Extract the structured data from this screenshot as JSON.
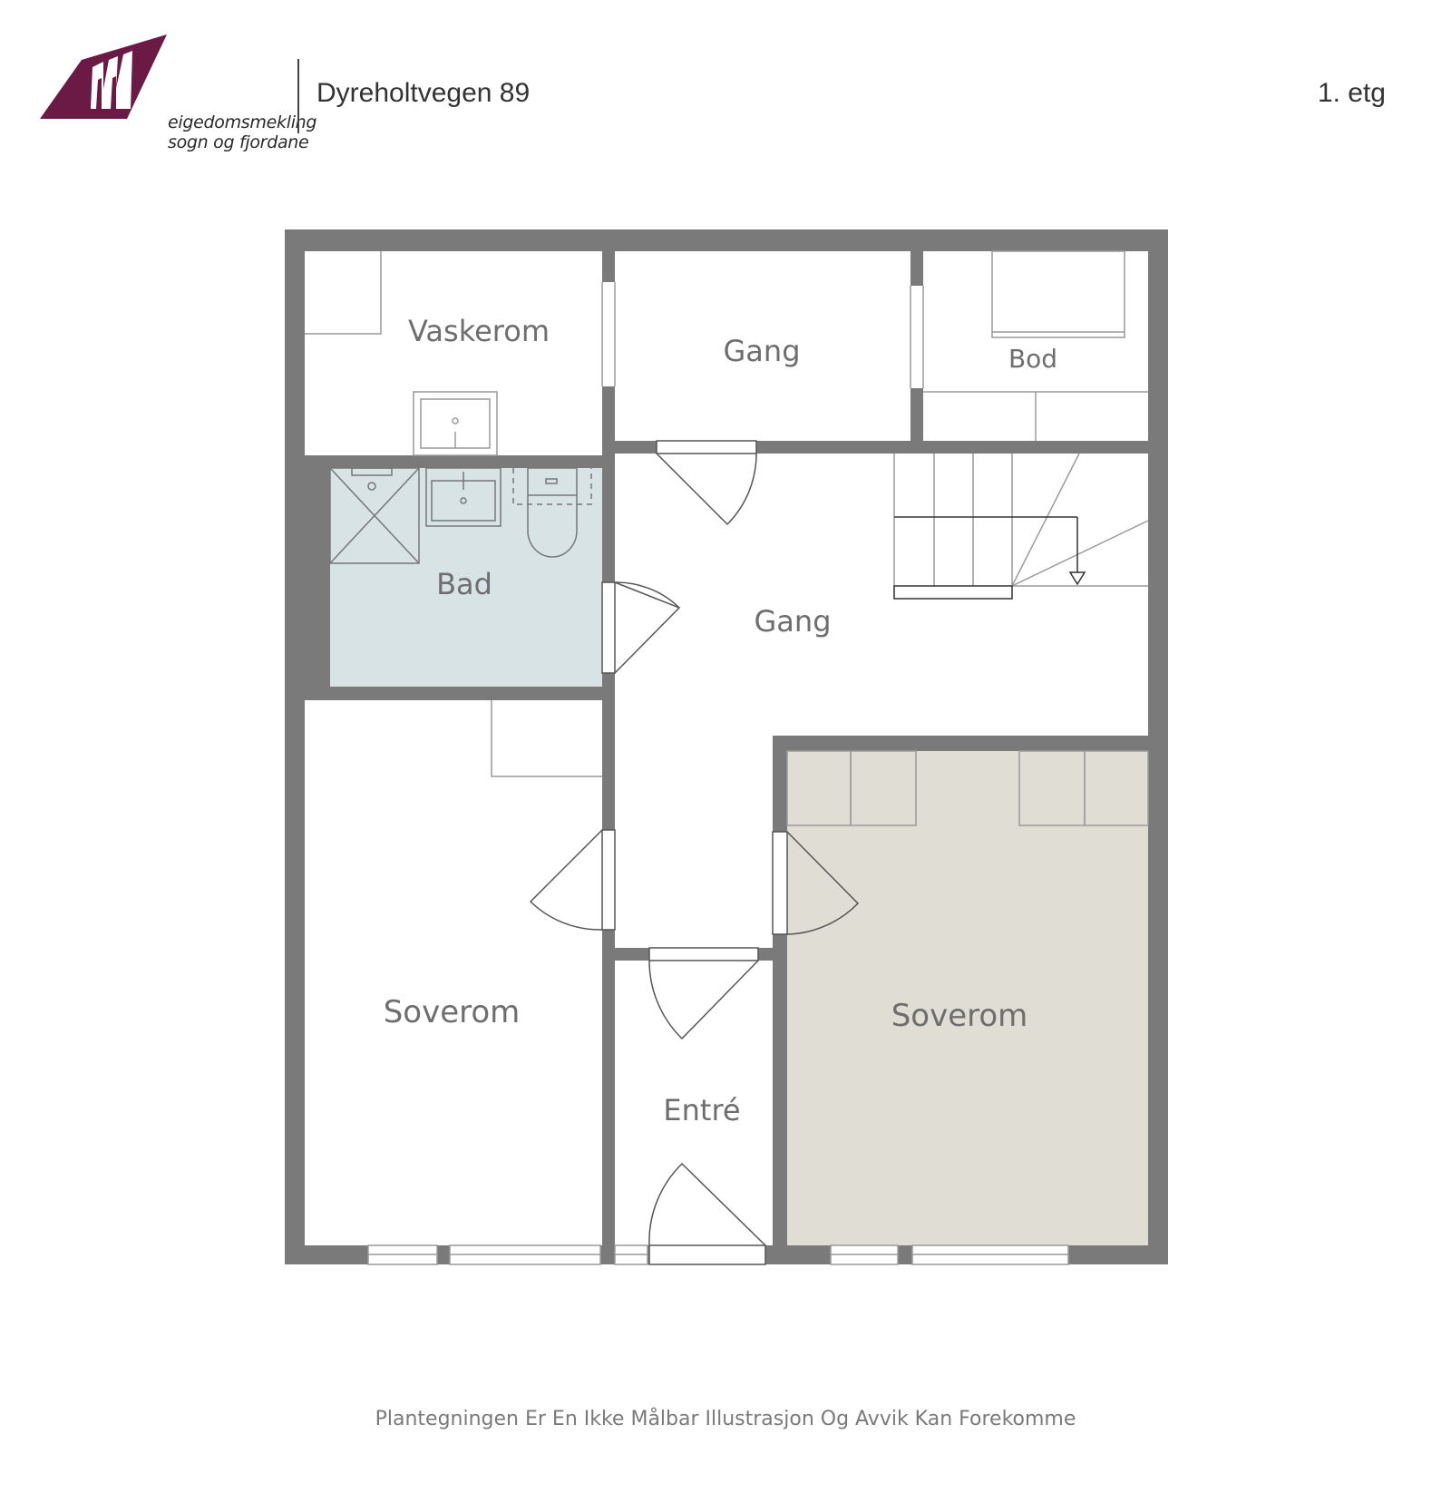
{
  "header": {
    "logo": {
      "line1": "eigedomsmekling",
      "line2": "sogn og fjordane",
      "brand_color": "#6b1a46"
    },
    "address": "Dyreholtvegen 89",
    "floor": "1. etg"
  },
  "rooms": {
    "vaskerom": "Vaskerom",
    "gang_top": "Gang",
    "bod": "Bod",
    "bad": "Bad",
    "gang_main": "Gang",
    "soverom_left": "Soverom",
    "entre": "Entré",
    "soverom_right": "Soverom"
  },
  "colors": {
    "wall": "#7a7a7a",
    "bad_floor": "#d7e3e4",
    "soverom_floor": "#e0ddd4",
    "fixture_stroke": "#9a9a9a"
  },
  "footer": {
    "disclaimer": "Plantegningen Er En Ikke Målbar Illustrasjon Og Avvik Kan Forekomme"
  }
}
